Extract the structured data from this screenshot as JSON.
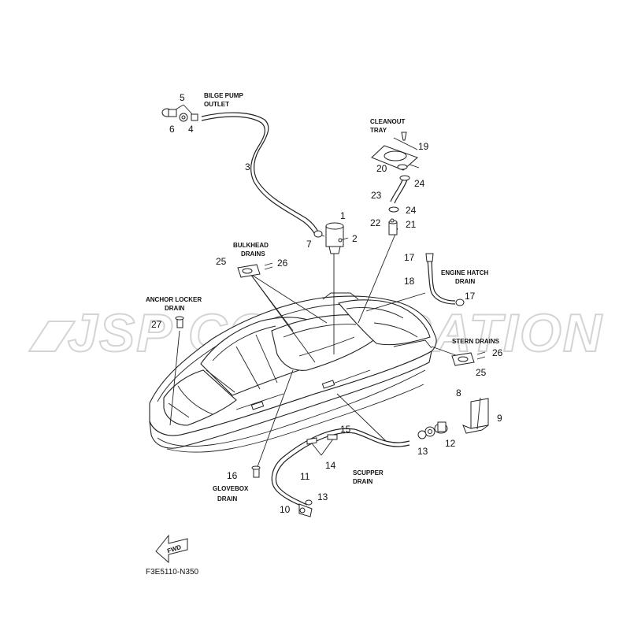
{
  "watermark": "JSP CORPORATION",
  "diagram_code": "F3E5110-N350",
  "fwd_label": "FWD",
  "labels": {
    "bilge_pump_outlet": [
      "BILGE PUMP",
      "OUTLET"
    ],
    "cleanout_tray": [
      "CLEANOUT",
      "TRAY"
    ],
    "bulkhead_drains": [
      "BULKHEAD",
      "DRAINS"
    ],
    "engine_hatch_drain": [
      "ENGINE HATCH",
      "DRAIN"
    ],
    "anchor_locker_drain": [
      "ANCHOR LOCKER",
      "DRAIN"
    ],
    "stern_drains": [
      "STERN DRAINS"
    ],
    "scupper_drain": [
      "SCUPPER",
      "DRAIN"
    ],
    "glovebox_drain": [
      "GLOVEBOX",
      "DRAIN"
    ]
  },
  "parts": {
    "p1": "1",
    "p2": "2",
    "p3": "3",
    "p4": "4",
    "p5": "5",
    "p6": "6",
    "p7": "7",
    "p8": "8",
    "p9": "9",
    "p10": "10",
    "p11": "11",
    "p12": "12",
    "p13a": "13",
    "p13b": "13",
    "p14": "14",
    "p15": "15",
    "p16": "16",
    "p17a": "17",
    "p17b": "17",
    "p18": "18",
    "p19": "19",
    "p20": "20",
    "p21": "21",
    "p22": "22",
    "p23": "23",
    "p24a": "24",
    "p24b": "24",
    "p25a": "25",
    "p25b": "25",
    "p26a": "26",
    "p26b": "26",
    "p27": "27"
  }
}
